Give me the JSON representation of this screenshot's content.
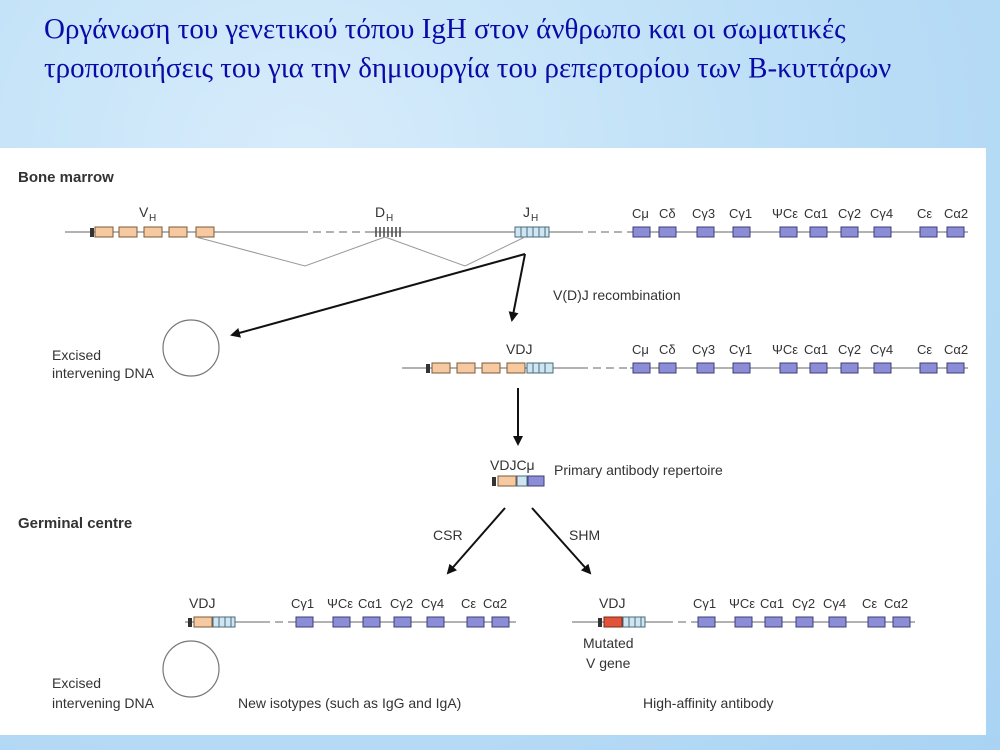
{
  "title": "Οργάνωση του γενετικού τόπου IgH στον άνθρωπο και οι σωματικές τροποποιήσεις του για την δημιουργία του ρεπερτορίου των Β-κυττάρων",
  "sections": {
    "bone_marrow": "Bone marrow",
    "germinal_centre": "Germinal centre"
  },
  "gene_groups": {
    "vh": "V",
    "vh_sub": "H",
    "dh": "D",
    "dh_sub": "H",
    "jh": "J",
    "jh_sub": "H"
  },
  "constant_genes": [
    "Cμ",
    "Cδ",
    "Cγ3",
    "Cγ1",
    "ΨCε",
    "Cα1",
    "Cγ2",
    "Cγ4",
    "Cε",
    "Cα2"
  ],
  "switched_genes": [
    "Cγ1",
    "ΨCε",
    "Cα1",
    "Cγ2",
    "Cγ4",
    "Cε",
    "Cα2"
  ],
  "labels": {
    "vdj_recombination": "V(D)J recombination",
    "vdj": "VDJ",
    "vdjcmu": "VDJCμ",
    "primary_repertoire": "Primary antibody repertoire",
    "csr": "CSR",
    "shm": "SHM",
    "excised_line1": "Excised",
    "excised_line2": "intervening DNA",
    "mutated_line1": "Mutated",
    "mutated_line2": "V gene",
    "new_isotypes": "New isotypes (such as IgG and IgA)",
    "high_affinity": "High-affinity antibody"
  },
  "colors": {
    "title": "#0a0aa8",
    "constant_segment": "#8b8dd6",
    "v_segment": "#f6c9a0",
    "mutated_v": "#e2543a",
    "j_segment": "#cfe6f2"
  }
}
